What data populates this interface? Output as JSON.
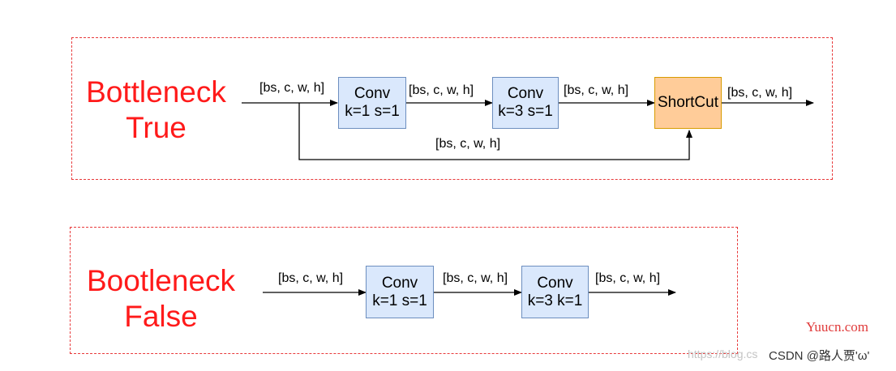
{
  "top": {
    "title_line1": "Bottleneck",
    "title_line2": "True",
    "input_label": "[bs, c, w, h]",
    "conv1_line1": "Conv",
    "conv1_line2": "k=1 s=1",
    "mid_label": "[bs, c, w, h]",
    "conv2_line1": "Conv",
    "conv2_line2": "k=3 s=1",
    "pre_shortcut_label": "[bs, c, w, h]",
    "shortcut_label": "ShortCut",
    "output_label": "[bs, c, w, h]",
    "skip_label": "[bs, c, w, h]"
  },
  "bottom": {
    "title_line1": "Bootleneck",
    "title_line2": "False",
    "input_label": "[bs, c, w, h]",
    "conv1_line1": "Conv",
    "conv1_line2": "k=1 s=1",
    "mid_label": "[bs, c, w, h]",
    "conv2_line1": "Conv",
    "conv2_line2": "k=3 k=1",
    "output_label": "[bs, c, w, h]"
  },
  "watermark": {
    "site": "Yuucn.com",
    "url_fragment": "https://blog.cs",
    "author": "CSDN @路人贾'ω'"
  }
}
